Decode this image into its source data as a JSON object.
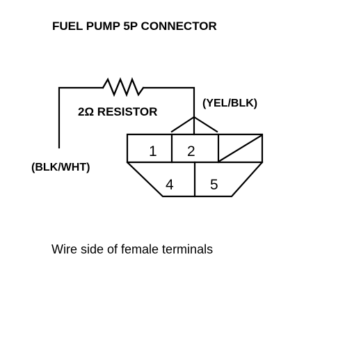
{
  "diagram": {
    "title": "FUEL PUMP 5P CONNECTOR",
    "resistor_label": "2Ω RESISTOR",
    "wire_labels": {
      "yel_blk": "(YEL/BLK)",
      "blk_wht": "(BLK/WHT)"
    },
    "terminals": {
      "t1": "1",
      "t2": "2",
      "t4": "4",
      "t5": "5"
    },
    "caption": "Wire side of female terminals"
  }
}
